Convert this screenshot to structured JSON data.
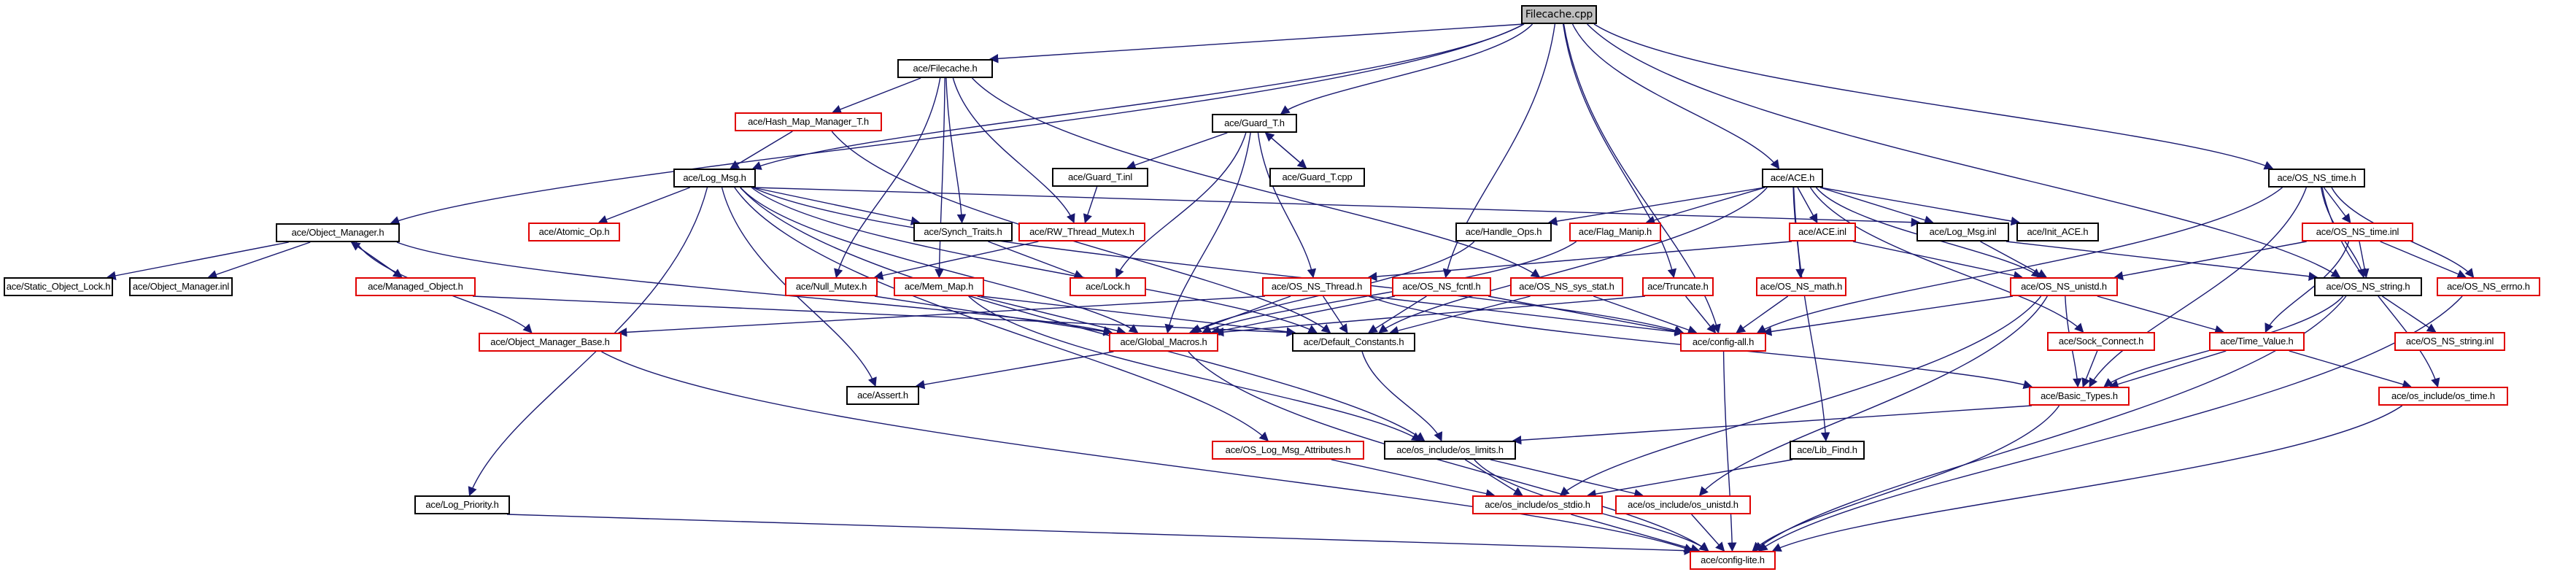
{
  "title": "Filecache.cpp include dependency graph",
  "colors": {
    "edge": "#191970",
    "node_border": "#000000",
    "incomplete_border": "#e00000",
    "root_fill": "#bfbfbf"
  },
  "nodes": [
    {
      "id": "root",
      "label": "Filecache.cpp",
      "kind": "root"
    },
    {
      "id": "filecache_h",
      "label": "ace/Filecache.h",
      "kind": "normal"
    },
    {
      "id": "hash_map",
      "label": "ace/Hash_Map_Manager_T.h",
      "kind": "incomplete"
    },
    {
      "id": "guard_t_h",
      "label": "ace/Guard_T.h",
      "kind": "normal"
    },
    {
      "id": "guard_t_inl",
      "label": "ace/Guard_T.inl",
      "kind": "normal"
    },
    {
      "id": "guard_t_cpp",
      "label": "ace/Guard_T.cpp",
      "kind": "normal"
    },
    {
      "id": "log_msg_h",
      "label": "ace/Log_Msg.h",
      "kind": "normal"
    },
    {
      "id": "ace_h",
      "label": "ace/ACE.h",
      "kind": "normal"
    },
    {
      "id": "os_ns_time_h",
      "label": "ace/OS_NS_time.h",
      "kind": "normal"
    },
    {
      "id": "object_manager_h",
      "label": "ace/Object_Manager.h",
      "kind": "normal"
    },
    {
      "id": "static_object_lock",
      "label": "ace/Static_Object_Lock.h",
      "kind": "normal"
    },
    {
      "id": "object_manager_inl",
      "label": "ace/Object_Manager.inl",
      "kind": "normal"
    },
    {
      "id": "managed_object",
      "label": "ace/Managed_Object.h",
      "kind": "incomplete"
    },
    {
      "id": "atomic_op",
      "label": "ace/Atomic_Op.h",
      "kind": "incomplete"
    },
    {
      "id": "synch_traits",
      "label": "ace/Synch_Traits.h",
      "kind": "normal"
    },
    {
      "id": "rw_thread_mutex",
      "label": "ace/RW_Thread_Mutex.h",
      "kind": "incomplete"
    },
    {
      "id": "handle_ops",
      "label": "ace/Handle_Ops.h",
      "kind": "normal"
    },
    {
      "id": "flag_manip",
      "label": "ace/Flag_Manip.h",
      "kind": "incomplete"
    },
    {
      "id": "ace_inl",
      "label": "ace/ACE.inl",
      "kind": "incomplete"
    },
    {
      "id": "log_msg_inl",
      "label": "ace/Log_Msg.inl",
      "kind": "normal"
    },
    {
      "id": "init_ace",
      "label": "ace/Init_ACE.h",
      "kind": "normal"
    },
    {
      "id": "os_ns_time_inl",
      "label": "ace/OS_NS_time.inl",
      "kind": "incomplete"
    },
    {
      "id": "null_mutex",
      "label": "ace/Null_Mutex.h",
      "kind": "incomplete"
    },
    {
      "id": "mem_map",
      "label": "ace/Mem_Map.h",
      "kind": "incomplete"
    },
    {
      "id": "lock_h",
      "label": "ace/Lock.h",
      "kind": "incomplete"
    },
    {
      "id": "os_ns_thread",
      "label": "ace/OS_NS_Thread.h",
      "kind": "incomplete"
    },
    {
      "id": "os_ns_fcntl",
      "label": "ace/OS_NS_fcntl.h",
      "kind": "incomplete"
    },
    {
      "id": "os_ns_sys_stat",
      "label": "ace/OS_NS_sys_stat.h",
      "kind": "incomplete"
    },
    {
      "id": "truncate",
      "label": "ace/Truncate.h",
      "kind": "incomplete"
    },
    {
      "id": "os_ns_math",
      "label": "ace/OS_NS_math.h",
      "kind": "incomplete"
    },
    {
      "id": "os_ns_unistd",
      "label": "ace/OS_NS_unistd.h",
      "kind": "incomplete"
    },
    {
      "id": "os_ns_string_h",
      "label": "ace/OS_NS_string.h",
      "kind": "normal"
    },
    {
      "id": "os_ns_errno",
      "label": "ace/OS_NS_errno.h",
      "kind": "incomplete"
    },
    {
      "id": "object_manager_base",
      "label": "ace/Object_Manager_Base.h",
      "kind": "incomplete"
    },
    {
      "id": "global_macros",
      "label": "ace/Global_Macros.h",
      "kind": "incomplete"
    },
    {
      "id": "default_constants",
      "label": "ace/Default_Constants.h",
      "kind": "normal"
    },
    {
      "id": "config_all",
      "label": "ace/config-all.h",
      "kind": "incomplete"
    },
    {
      "id": "sock_connect",
      "label": "ace/Sock_Connect.h",
      "kind": "incomplete"
    },
    {
      "id": "time_value",
      "label": "ace/Time_Value.h",
      "kind": "incomplete"
    },
    {
      "id": "os_ns_string_inl",
      "label": "ace/OS_NS_string.inl",
      "kind": "incomplete"
    },
    {
      "id": "assert_h",
      "label": "ace/Assert.h",
      "kind": "normal"
    },
    {
      "id": "basic_types",
      "label": "ace/Basic_Types.h",
      "kind": "incomplete"
    },
    {
      "id": "os_time",
      "label": "ace/os_include/os_time.h",
      "kind": "incomplete"
    },
    {
      "id": "os_log_msg_attr",
      "label": "ace/OS_Log_Msg_Attributes.h",
      "kind": "incomplete"
    },
    {
      "id": "os_limits",
      "label": "ace/os_include/os_limits.h",
      "kind": "normal"
    },
    {
      "id": "lib_find",
      "label": "ace/Lib_Find.h",
      "kind": "normal"
    },
    {
      "id": "log_priority",
      "label": "ace/Log_Priority.h",
      "kind": "normal"
    },
    {
      "id": "os_stdio",
      "label": "ace/os_include/os_stdio.h",
      "kind": "incomplete"
    },
    {
      "id": "os_unistd",
      "label": "ace/os_include/os_unistd.h",
      "kind": "incomplete"
    },
    {
      "id": "config_lite",
      "label": "ace/config-lite.h",
      "kind": "incomplete"
    }
  ],
  "edges": [
    [
      "root",
      "filecache_h"
    ],
    [
      "root",
      "guard_t_h"
    ],
    [
      "root",
      "log_msg_h"
    ],
    [
      "root",
      "object_manager_h"
    ],
    [
      "root",
      "ace_h"
    ],
    [
      "root",
      "os_ns_time_h"
    ],
    [
      "root",
      "os_ns_fcntl"
    ],
    [
      "root",
      "truncate"
    ],
    [
      "root",
      "os_ns_string_h"
    ],
    [
      "root",
      "config_all"
    ],
    [
      "filecache_h",
      "hash_map"
    ],
    [
      "filecache_h",
      "synch_traits"
    ],
    [
      "filecache_h",
      "rw_thread_mutex"
    ],
    [
      "filecache_h",
      "null_mutex"
    ],
    [
      "filecache_h",
      "mem_map"
    ],
    [
      "filecache_h",
      "os_ns_sys_stat"
    ],
    [
      "hash_map",
      "log_msg_h"
    ],
    [
      "hash_map",
      "default_constants"
    ],
    [
      "guard_t_h",
      "guard_t_inl"
    ],
    [
      "guard_t_h",
      "guard_t_cpp"
    ],
    [
      "guard_t_cpp",
      "guard_t_h"
    ],
    [
      "guard_t_h",
      "lock_h"
    ],
    [
      "guard_t_h",
      "global_macros"
    ],
    [
      "guard_t_h",
      "os_ns_thread"
    ],
    [
      "guard_t_inl",
      "rw_thread_mutex"
    ],
    [
      "log_msg_h",
      "atomic_op"
    ],
    [
      "log_msg_h",
      "synch_traits"
    ],
    [
      "log_msg_h",
      "log_msg_inl"
    ],
    [
      "log_msg_h",
      "global_macros"
    ],
    [
      "log_msg_h",
      "default_constants"
    ],
    [
      "log_msg_h",
      "assert_h"
    ],
    [
      "log_msg_h",
      "log_priority"
    ],
    [
      "log_msg_h",
      "os_log_msg_attr"
    ],
    [
      "log_msg_h",
      "os_limits"
    ],
    [
      "log_msg_h",
      "config_all"
    ],
    [
      "object_manager_h",
      "static_object_lock"
    ],
    [
      "object_manager_h",
      "object_manager_inl"
    ],
    [
      "object_manager_h",
      "managed_object"
    ],
    [
      "managed_object",
      "object_manager_h"
    ],
    [
      "object_manager_h",
      "object_manager_base"
    ],
    [
      "object_manager_h",
      "global_macros"
    ],
    [
      "managed_object",
      "default_constants"
    ],
    [
      "synch_traits",
      "lock_h"
    ],
    [
      "rw_thread_mutex",
      "null_mutex"
    ],
    [
      "null_mutex",
      "global_macros"
    ],
    [
      "mem_map",
      "global_macros"
    ],
    [
      "mem_map",
      "os_limits"
    ],
    [
      "mem_map",
      "default_constants"
    ],
    [
      "ace_h",
      "handle_ops"
    ],
    [
      "ace_h",
      "flag_manip"
    ],
    [
      "ace_h",
      "ace_inl"
    ],
    [
      "ace_h",
      "log_msg_inl"
    ],
    [
      "ace_h",
      "init_ace"
    ],
    [
      "ace_h",
      "os_ns_math"
    ],
    [
      "ace_h",
      "sock_connect"
    ],
    [
      "ace_h",
      "lib_find"
    ],
    [
      "ace_h",
      "default_constants"
    ],
    [
      "ace_h",
      "os_ns_unistd"
    ],
    [
      "handle_ops",
      "global_macros"
    ],
    [
      "flag_manip",
      "global_macros"
    ],
    [
      "ace_inl",
      "os_ns_thread"
    ],
    [
      "ace_inl",
      "os_ns_unistd"
    ],
    [
      "log_msg_inl",
      "os_ns_unistd"
    ],
    [
      "log_msg_inl",
      "os_ns_string_h"
    ],
    [
      "os_ns_time_h",
      "os_ns_time_inl"
    ],
    [
      "os_ns_time_h",
      "os_ns_string_h"
    ],
    [
      "os_ns_time_h",
      "os_ns_errno"
    ],
    [
      "os_ns_time_h",
      "basic_types"
    ],
    [
      "os_ns_time_h",
      "config_all"
    ],
    [
      "os_ns_time_h",
      "os_time"
    ],
    [
      "os_ns_time_inl",
      "os_ns_unistd"
    ],
    [
      "os_ns_time_inl",
      "os_ns_string_h"
    ],
    [
      "os_ns_time_inl",
      "os_ns_errno"
    ],
    [
      "os_ns_time_inl",
      "time_value"
    ],
    [
      "os_ns_thread",
      "global_macros"
    ],
    [
      "os_ns_thread",
      "default_constants"
    ],
    [
      "os_ns_thread",
      "object_manager_base"
    ],
    [
      "os_ns_thread",
      "basic_types"
    ],
    [
      "os_ns_thread",
      "config_all"
    ],
    [
      "os_ns_fcntl",
      "global_macros"
    ],
    [
      "os_ns_fcntl",
      "config_all"
    ],
    [
      "os_ns_fcntl",
      "default_constants"
    ],
    [
      "os_ns_sys_stat",
      "default_constants"
    ],
    [
      "os_ns_sys_stat",
      "config_all"
    ],
    [
      "truncate",
      "config_all"
    ],
    [
      "truncate",
      "global_macros"
    ],
    [
      "os_ns_math",
      "config_all"
    ],
    [
      "os_ns_unistd",
      "config_all"
    ],
    [
      "os_ns_unistd",
      "time_value"
    ],
    [
      "os_ns_unistd",
      "basic_types"
    ],
    [
      "os_ns_unistd",
      "os_stdio"
    ],
    [
      "os_ns_unistd",
      "os_unistd"
    ],
    [
      "os_ns_string_h",
      "os_ns_string_inl"
    ],
    [
      "os_ns_string_h",
      "basic_types"
    ],
    [
      "os_ns_string_h",
      "config_lite"
    ],
    [
      "os_ns_errno",
      "config_lite"
    ],
    [
      "sock_connect",
      "basic_types"
    ],
    [
      "time_value",
      "basic_types"
    ],
    [
      "time_value",
      "os_time"
    ],
    [
      "global_macros",
      "assert_h"
    ],
    [
      "global_macros",
      "config_lite"
    ],
    [
      "default_constants",
      "os_limits"
    ],
    [
      "config_all",
      "config_lite"
    ],
    [
      "basic_types",
      "os_limits"
    ],
    [
      "basic_types",
      "config_lite"
    ],
    [
      "os_time",
      "config_lite"
    ],
    [
      "os_limits",
      "os_stdio"
    ],
    [
      "os_limits",
      "os_unistd"
    ],
    [
      "os_limits",
      "config_lite"
    ],
    [
      "os_log_msg_attr",
      "os_stdio"
    ],
    [
      "lib_find",
      "os_stdio"
    ],
    [
      "object_manager_base",
      "config_lite"
    ],
    [
      "log_priority",
      "config_lite"
    ],
    [
      "os_stdio",
      "config_lite"
    ],
    [
      "os_unistd",
      "config_lite"
    ]
  ]
}
